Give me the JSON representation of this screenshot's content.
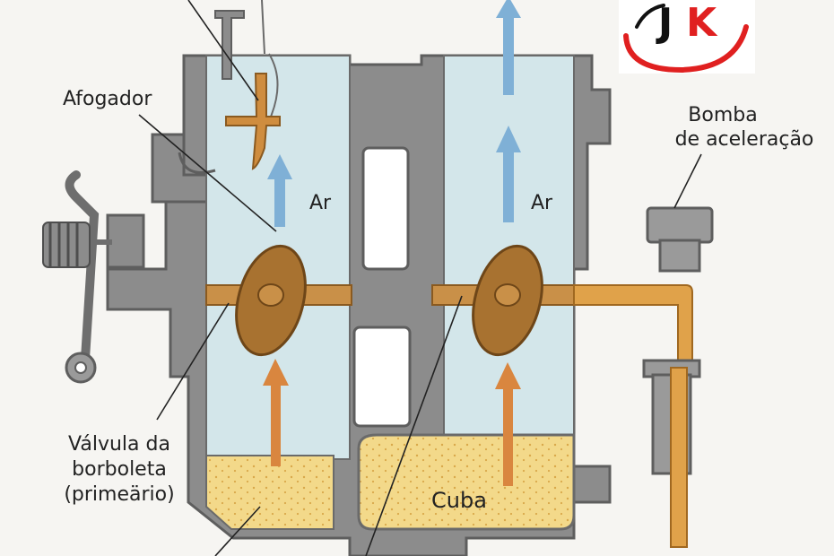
{
  "labels": {
    "afogador": "Afogador",
    "bomba_line1": "Bomba",
    "bomba_line2": "de aceleração",
    "ar_left": "Ar",
    "ar_right": "Ar",
    "valvula_line1": "Válvula da",
    "valvula_line2": "borboleta",
    "valvula_line3": "(primeärio)",
    "cuba": "Cuba"
  },
  "logo": {
    "text_j": "J",
    "text_k": "K"
  },
  "colors": {
    "body_gray": "#8a8a8a",
    "body_outline": "#6a6a6a",
    "air_fill": "#d3e6ea",
    "air_arrow": "#7fb0d6",
    "fuel_arrow": "#d9863f",
    "butterfly": "#b07a35",
    "shaft": "#c99048",
    "fuel": "#f3d98a",
    "pump_pipe": "#e0a24a",
    "logo_red": "#e02020"
  }
}
